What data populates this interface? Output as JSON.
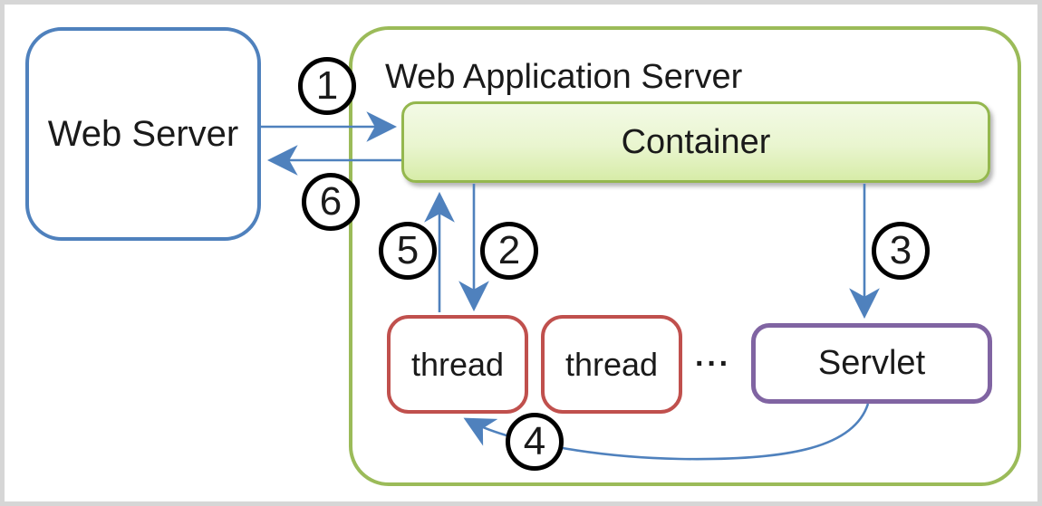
{
  "diagram": {
    "labels": {
      "web_server": "Web Server",
      "web_application_server": "Web Application Server",
      "container": "Container",
      "thread_1": "thread",
      "thread_2": "thread",
      "ellipsis": "···",
      "servlet": "Servlet"
    },
    "steps": [
      "1",
      "2",
      "3",
      "4",
      "5",
      "6"
    ],
    "arrows": [
      {
        "step": "1",
        "from": "web-server",
        "to": "container",
        "direction": "right"
      },
      {
        "step": "2",
        "from": "container",
        "to": "thread-1",
        "direction": "down"
      },
      {
        "step": "3",
        "from": "container",
        "to": "servlet",
        "direction": "down"
      },
      {
        "step": "4",
        "from": "servlet",
        "to": "thread-1",
        "direction": "curve-left"
      },
      {
        "step": "5",
        "from": "thread-1",
        "to": "container",
        "direction": "up"
      },
      {
        "step": "6",
        "from": "container",
        "to": "web-server",
        "direction": "left"
      }
    ],
    "colors": {
      "arrow_blue": "#4F81BD",
      "web_server_border": "#4F81BD",
      "was_border": "#9BBB59",
      "container_border": "#94B74E",
      "container_fill_top": "#F3FAE6",
      "container_fill_bottom": "#D7ECA8",
      "thread_border": "#C0504D",
      "servlet_border": "#8064A2",
      "step_circle_border": "#000000",
      "frame_border": "#D6D6D6",
      "text": "#1A1A1A"
    }
  }
}
